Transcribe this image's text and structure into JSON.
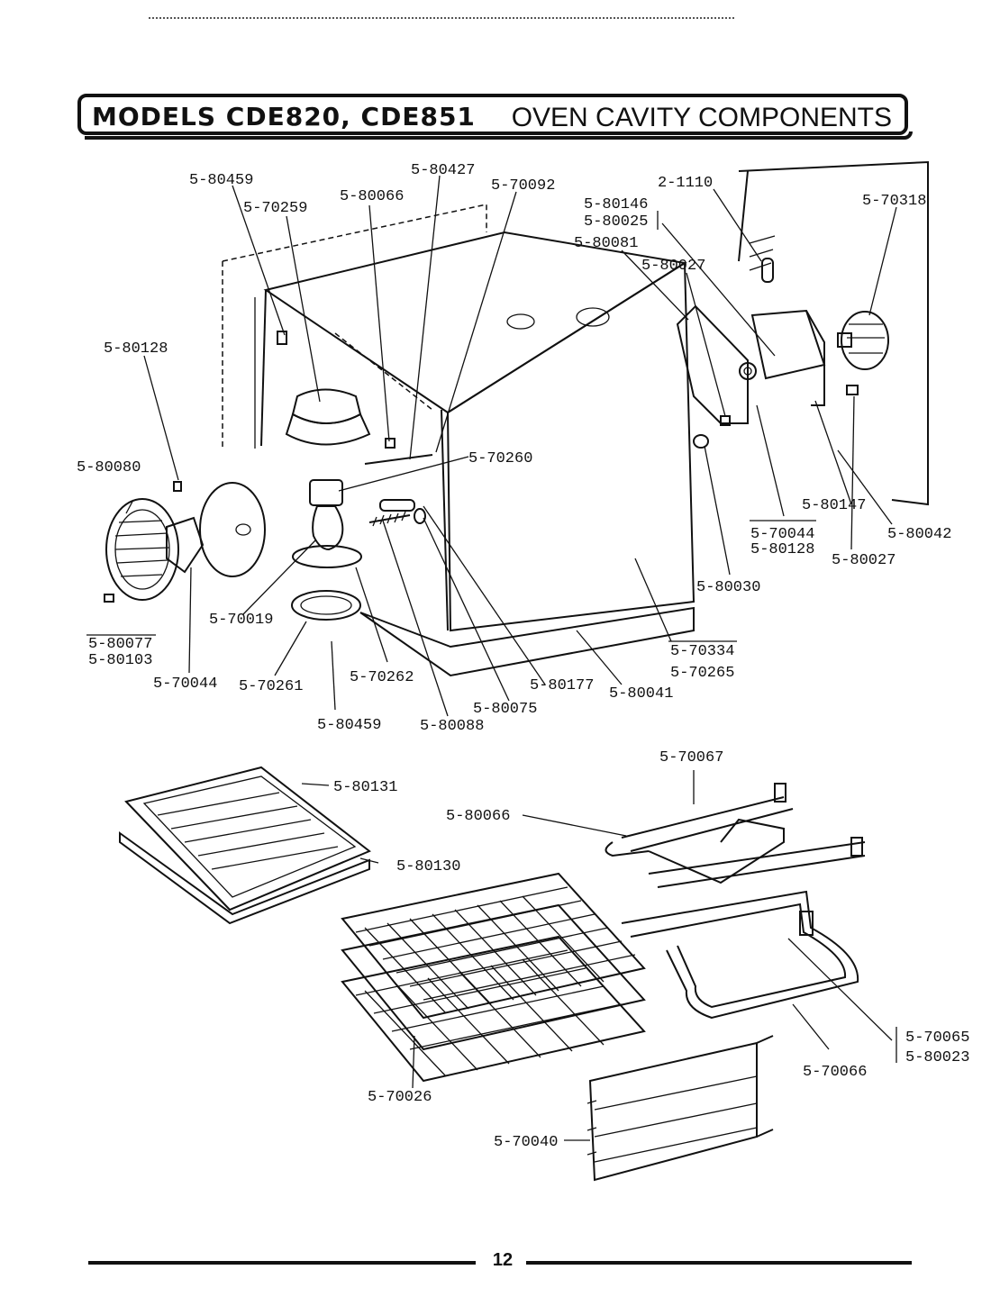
{
  "header": {
    "models_title": "MODELS CDE820, CDE851",
    "section_title": "OVEN CAVITY COMPONENTS"
  },
  "page_number": "12",
  "callouts": [
    "5-80459",
    "5-70259",
    "5-80066",
    "5-80427",
    "5-70092",
    "5-80146",
    "5-80025",
    "5-80081",
    "2-1110",
    "5-80027",
    "5-70318",
    "5-80128",
    "5-80080",
    "5-70260",
    "5-80147",
    "5-70044",
    "5-80128",
    "5-80042",
    "5-80027",
    "5-80030",
    "5-70019",
    "5-80077",
    "5-80103",
    "5-70044",
    "5-70261",
    "5-70262",
    "5-80177",
    "5-80041",
    "5-70334",
    "5-70265",
    "5-80075",
    "5-80459",
    "5-80088",
    "5-70067",
    "5-80131",
    "5-80066",
    "5-80130",
    "5-70065",
    "5-80023",
    "5-70066",
    "5-70026",
    "5-70040"
  ]
}
